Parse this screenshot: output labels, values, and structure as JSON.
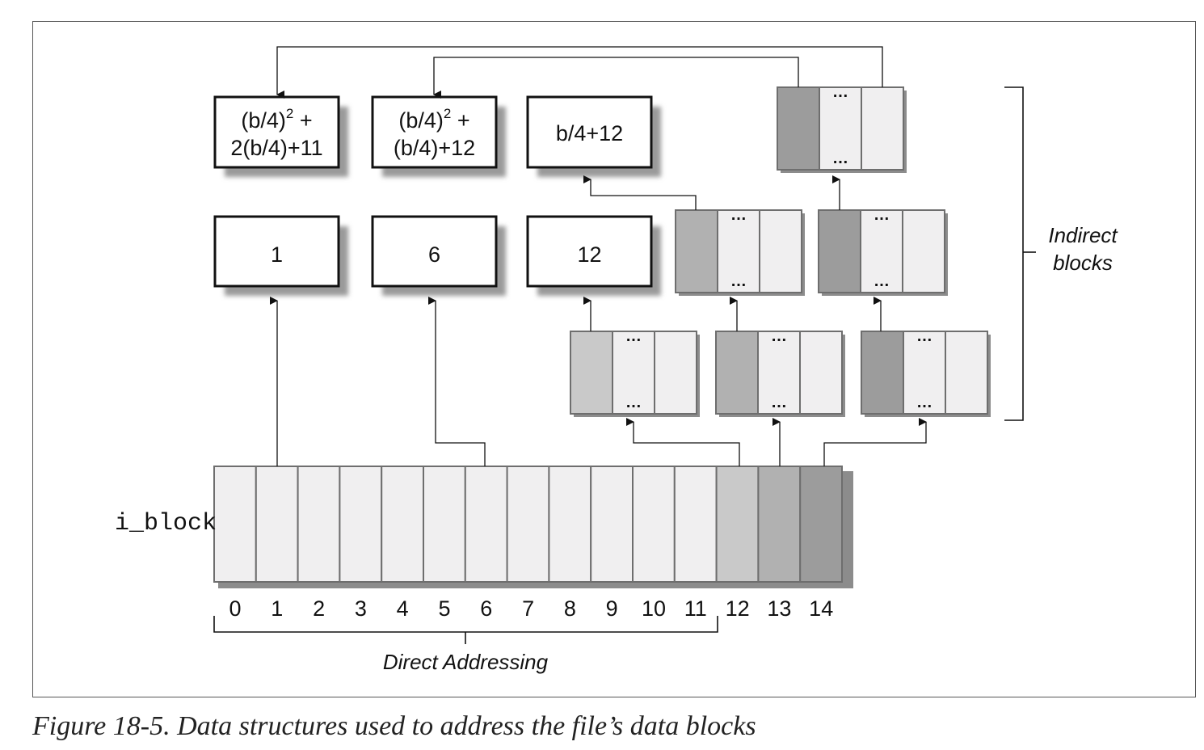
{
  "diagram": {
    "iblock_label": "i_block",
    "indices": [
      "0",
      "1",
      "2",
      "3",
      "4",
      "5",
      "6",
      "7",
      "8",
      "9",
      "10",
      "11",
      "12",
      "13",
      "14"
    ],
    "direct_label": "Direct Addressing",
    "indirect_label_line1": "Indirect",
    "indirect_label_line2": "blocks",
    "dots": "…",
    "data_blocks": {
      "block_1": "1",
      "block_6": "6",
      "block_12": "12",
      "block_b4_12": "b/4+12",
      "block_double_line1": "(b/4)",
      "block_double_line1_sup": "2",
      "block_double_line1_tail": " +",
      "block_double_line2": "(b/4)+12",
      "block_triple_line1": "(b/4)",
      "block_triple_line1_sup": "2",
      "block_triple_line1_tail": " +",
      "block_triple_line2": "2(b/4)+11"
    },
    "colors": {
      "direct_cell": "#f0eff0",
      "single_indirect": "#c9c9c9",
      "double_indirect": "#b1b1b1",
      "triple_indirect": "#9c9c9c",
      "shadow": "#9a9a9a"
    }
  },
  "caption": "Figure 18-5. Data structures used to address the file’s data blocks"
}
